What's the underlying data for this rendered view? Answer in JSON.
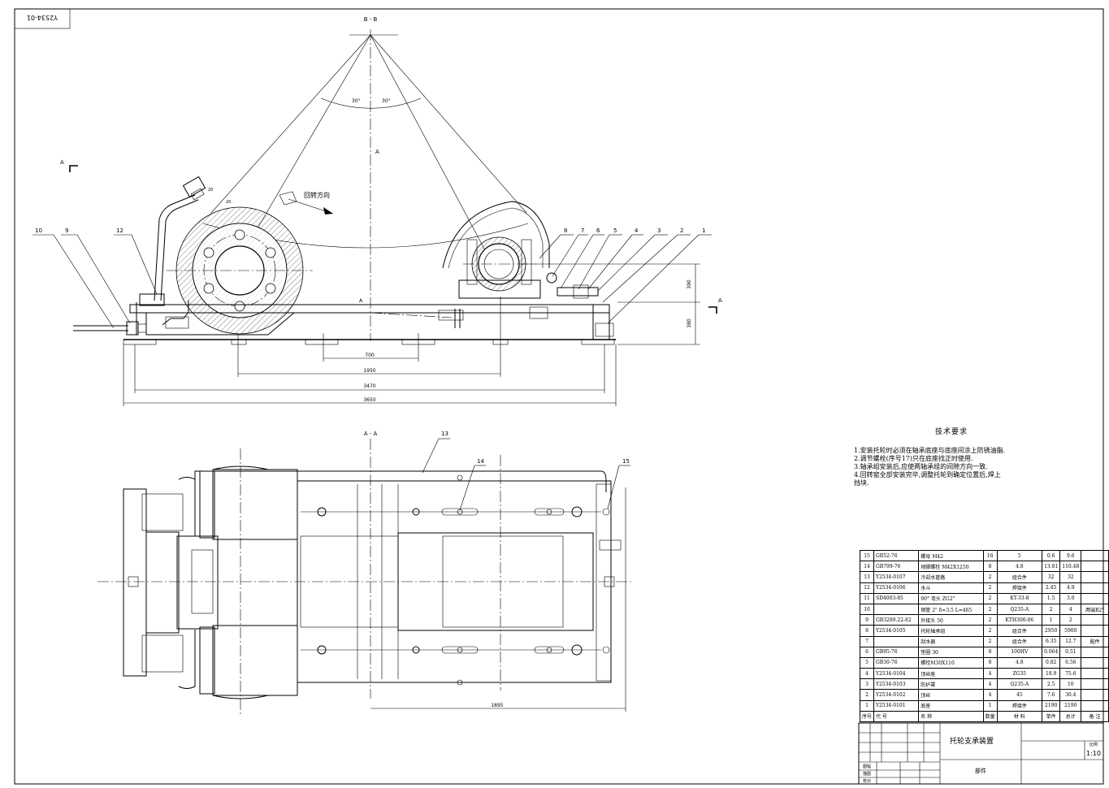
{
  "drawing_no": "Y2534-01",
  "section_labels": {
    "bb": "B - B",
    "aa": "A - A",
    "a_mark": "A",
    "a_top": "A",
    "a_left": "A",
    "a_right": "A"
  },
  "angles": {
    "left": "30°",
    "right": "30°"
  },
  "rotation_label": "回转方向",
  "balloons": [
    "1",
    "2",
    "3",
    "4",
    "5",
    "6",
    "7",
    "8",
    "9",
    "10",
    "12",
    "13",
    "14",
    "15"
  ],
  "dimensions": {
    "d700": "700",
    "d1950": "1950",
    "d3470": "3470",
    "d3650": "3650",
    "d1895": "1895",
    "v390": "390",
    "v380": "380",
    "angle20": "20",
    "angle20b": "20"
  },
  "tech_requirements": {
    "title": "技术要求",
    "items": [
      "1.安装托轮时必须在轴承底座与底座间涂上防锈油脂.",
      "2.调节螺栓(序号17)只在底座找正时使用.",
      "3.轴承组安装后,应使两轴承组的间隙方向一致.",
      "4.回转窑全部安装完毕,调整托轮到确定位置后,焊上",
      "挡块."
    ]
  },
  "bom": {
    "rows": [
      [
        "15",
        "GB52-76",
        "螺母 M42",
        "16",
        "5",
        "0.6",
        "9.6",
        ""
      ],
      [
        "14",
        "GB799-76",
        "地脚螺栓 M42X1250",
        "8",
        "4.8",
        "13.81",
        "110.48",
        ""
      ],
      [
        "13",
        "Y2534-0107",
        "冷却水管路",
        "2",
        "组合件",
        "32",
        "32",
        ""
      ],
      [
        "12",
        "Y2534-0106",
        "水斗",
        "2",
        "焊接件",
        "2.45",
        "4.9",
        ""
      ],
      [
        "11",
        "SD4003-85",
        "90° 弯头 ZG2\"",
        "2",
        "KT-33-8",
        "1.5",
        "3.0",
        ""
      ],
      [
        "10",
        "",
        "钢管 2\" δ=3.5 L=465",
        "2",
        "Q235-A",
        "2",
        "4",
        "两端R2\""
      ],
      [
        "9",
        "GB3289.22-82",
        "外接头 50",
        "2",
        "KTH300-06",
        "1",
        "2",
        ""
      ],
      [
        "8",
        "Y2534-0105",
        "托轮轴承组",
        "2",
        "组合件",
        "2950",
        "5900",
        ""
      ],
      [
        "7",
        "",
        "刮水器",
        "2",
        "组合件",
        "6.35",
        "12.7",
        "配件"
      ],
      [
        "6",
        "GB95-76",
        "垫圈 30",
        "8",
        "100HV",
        "0.064",
        "0.51",
        ""
      ],
      [
        "5",
        "GB30-76",
        "螺栓M30X110",
        "8",
        "4.8",
        "0.82",
        "6.56",
        ""
      ],
      [
        "4",
        "Y2534-0104",
        "顶丝座",
        "4",
        "ZG35",
        "18.9",
        "75.6",
        ""
      ],
      [
        "3",
        "Y2534-0103",
        "防护罩",
        "4",
        "Q235-A",
        "2.5",
        "10",
        ""
      ],
      [
        "2",
        "Y2534-0102",
        "顶丝",
        "4",
        "45",
        "7.6",
        "30.4",
        ""
      ],
      [
        "1",
        "Y2534-0101",
        "底座",
        "1",
        "焊接件",
        "2190",
        "2190",
        ""
      ]
    ],
    "header": [
      "序号",
      "代 号",
      "名 称",
      "数量",
      "材 料",
      "单件",
      "总计",
      "备 注"
    ]
  },
  "title_block": {
    "name": "托轮支承装置",
    "part": "部件",
    "scale_label": "比例",
    "scale": "1:10",
    "rows": [
      "图幅",
      "描图",
      "校对"
    ]
  }
}
